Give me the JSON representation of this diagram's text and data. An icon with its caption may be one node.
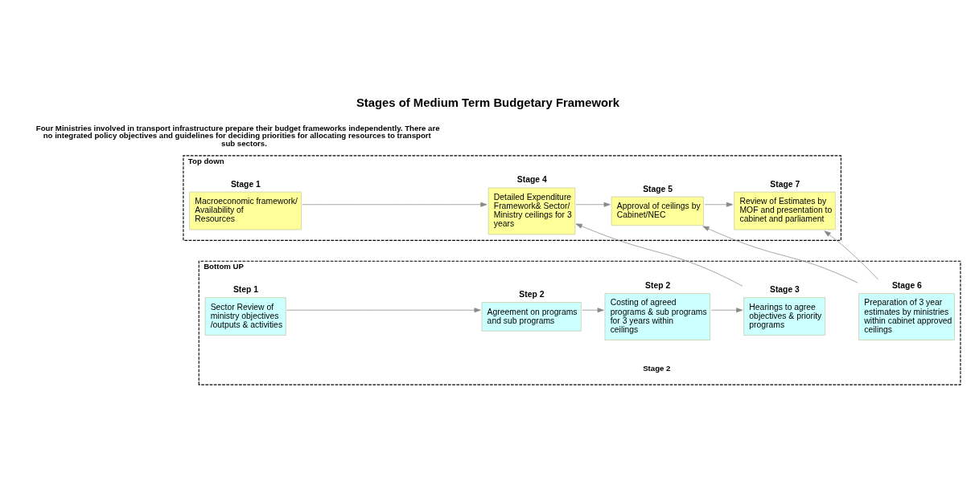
{
  "diagram": {
    "title": "Stages of Medium Term Budgetary Framework",
    "nodes": [
      {
        "text": [
          "Top down"
        ]
      },
      {
        "text": [
          "Macroeconomic framework/ Availability of Resources"
        ],
        "in": 0,
        "beside": [
          "Stage 1"
        ]
      },
      {
        "text": [
          "Detailed Expenditure Framework& Sector/ Ministry ceilings for 3 years"
        ],
        "in": 0,
        "beside": [
          "Stage 4"
        ]
      },
      {
        "text": [
          "Approval of ceilings by Cabinet/NEC"
        ],
        "in": 0,
        "beside": [
          "Stage 5"
        ]
      },
      {
        "text": [
          "Review of Estimates by MOF and presentation to cabinet and parliament"
        ],
        "in": 0,
        "beside": [
          "Stage 7"
        ]
      },
      {
        "text": [
          "Bottom UP"
        ]
      },
      {
        "text": [
          "Sector Review of ministry objectives /outputs & activities"
        ],
        "in": 5,
        "beside": [
          "Step 1"
        ]
      },
      {
        "text": [
          "Agreement on programs and sub programs"
        ],
        "in": 5,
        "beside": [
          "Step 2"
        ]
      },
      {
        "text": [
          "Costing of agreed programs & sub programs for 3 years within ceilings"
        ],
        "in": 5,
        "beside": [
          "Step 2"
        ]
      },
      {
        "text": [
          "Hearings to agree objectives & priority programs"
        ],
        "in": 5,
        "beside": [
          "Stage 3"
        ]
      },
      {
        "text": [
          "Preparation of 3 year estimates by ministries within cabinet approved ceilings"
        ],
        "in": 5,
        "beside": [
          "Stage 6"
        ]
      }
    ],
    "edges": [
      {
        "from": 1,
        "to": 2,
        "arrow": "to"
      },
      {
        "from": 2,
        "to": 3,
        "arrow": "to"
      },
      {
        "from": 3,
        "to": 4,
        "arrow": "to"
      },
      {
        "from": 6,
        "to": 7,
        "arrow": "to"
      },
      {
        "from": 7,
        "to": 8,
        "arrow": "to"
      },
      {
        "from": 8,
        "to": 9,
        "arrow": "to"
      },
      {
        "from": 9,
        "to": 2,
        "arrow": "to"
      },
      {
        "from": 10,
        "to": 3,
        "arrow": "to"
      },
      {
        "from": 10,
        "to": 4,
        "arrow": "to"
      }
    ],
    "labels": [
      "Stage 2",
      "Four Ministries involved in transport infrastructure prepare their budget frameworks independently. There are no integrated policy objectives and guidelines for deciding priorities for allocating resources to transport sub sectors."
    ]
  }
}
